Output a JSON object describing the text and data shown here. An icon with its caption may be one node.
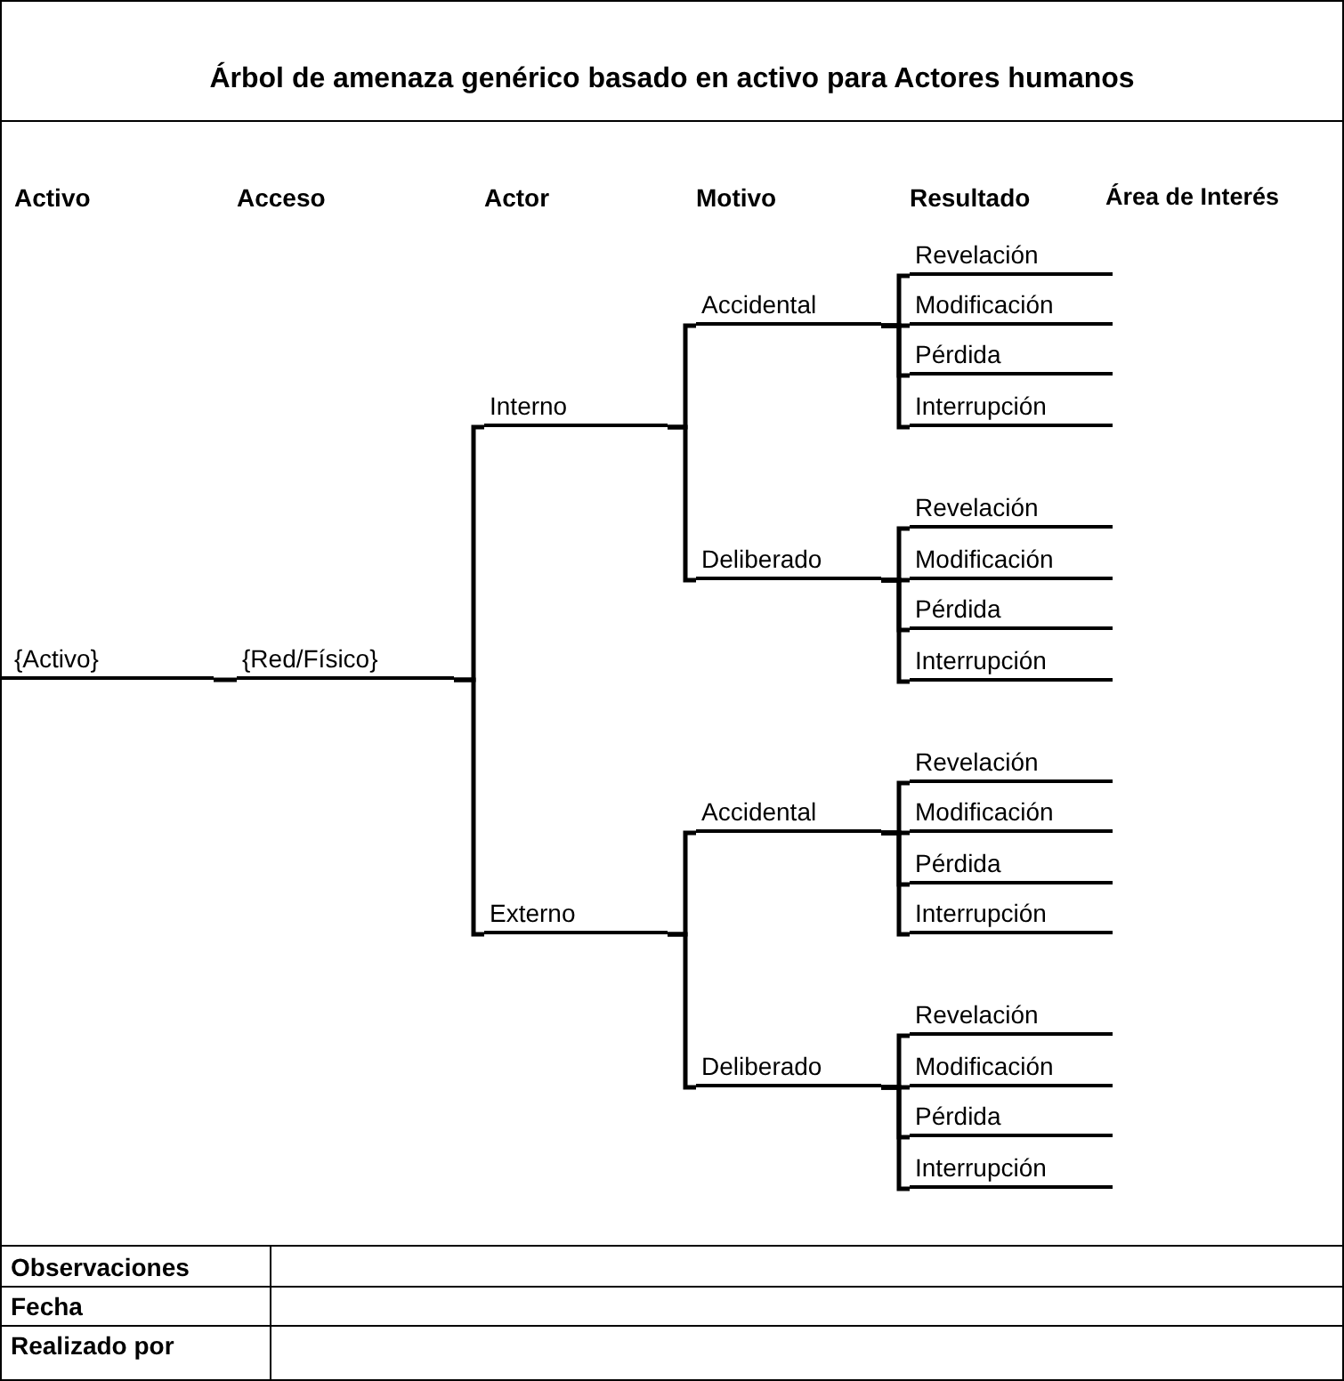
{
  "diagram": {
    "title": "Árbol de amenaza genérico basado en activo para Actores humanos",
    "nodes": [
      {
        "text": [
          "{Activo}"
        ]
      },
      {
        "text": [
          "{Red/Físico}"
        ]
      },
      {
        "text": [
          "Interno"
        ]
      },
      {
        "text": [
          "Accidental"
        ]
      },
      {
        "text": [
          "Revelación"
        ]
      },
      {
        "text": [
          "Modificación"
        ]
      },
      {
        "text": [
          "Pérdida"
        ]
      },
      {
        "text": [
          "Interrupción"
        ]
      },
      {
        "text": [
          "Deliberado"
        ]
      },
      {
        "text": [
          "Revelación"
        ]
      },
      {
        "text": [
          "Modificación"
        ]
      },
      {
        "text": [
          "Pérdida"
        ]
      },
      {
        "text": [
          "Interrupción"
        ]
      },
      {
        "text": [
          "Externo"
        ]
      },
      {
        "text": [
          "Accidental"
        ]
      },
      {
        "text": [
          "Revelación"
        ]
      },
      {
        "text": [
          "Modificación"
        ]
      },
      {
        "text": [
          "Pérdida"
        ]
      },
      {
        "text": [
          "Interrupción"
        ]
      },
      {
        "text": [
          "Deliberado"
        ]
      },
      {
        "text": [
          "Revelación"
        ]
      },
      {
        "text": [
          "Modificación"
        ]
      },
      {
        "text": [
          "Pérdida"
        ]
      },
      {
        "text": [
          "Interrupción"
        ]
      }
    ],
    "edges": [
      {
        "from": 0,
        "to": 1,
        "arrow": "none"
      },
      {
        "from": 1,
        "to": 2,
        "arrow": "none"
      },
      {
        "from": 1,
        "to": 13,
        "arrow": "none"
      },
      {
        "from": 2,
        "to": 3,
        "arrow": "none"
      },
      {
        "from": 2,
        "to": 8,
        "arrow": "none"
      },
      {
        "from": 3,
        "to": 4,
        "arrow": "none"
      },
      {
        "from": 3,
        "to": 5,
        "arrow": "none"
      },
      {
        "from": 3,
        "to": 6,
        "arrow": "none"
      },
      {
        "from": 3,
        "to": 7,
        "arrow": "none"
      },
      {
        "from": 8,
        "to": 9,
        "arrow": "none"
      },
      {
        "from": 8,
        "to": 10,
        "arrow": "none"
      },
      {
        "from": 8,
        "to": 11,
        "arrow": "none"
      },
      {
        "from": 8,
        "to": 12,
        "arrow": "none"
      },
      {
        "from": 13,
        "to": 14,
        "arrow": "none"
      },
      {
        "from": 13,
        "to": 19,
        "arrow": "none"
      },
      {
        "from": 14,
        "to": 15,
        "arrow": "none"
      },
      {
        "from": 14,
        "to": 16,
        "arrow": "none"
      },
      {
        "from": 14,
        "to": 17,
        "arrow": "none"
      },
      {
        "from": 14,
        "to": 18,
        "arrow": "none"
      },
      {
        "from": 19,
        "to": 20,
        "arrow": "none"
      },
      {
        "from": 19,
        "to": 21,
        "arrow": "none"
      },
      {
        "from": 19,
        "to": 22,
        "arrow": "none"
      },
      {
        "from": 19,
        "to": 23,
        "arrow": "none"
      }
    ],
    "labels": [
      "Activo",
      "Acceso",
      "Actor",
      "Motivo",
      "Resultado",
      "Área de Interés",
      "Observaciones",
      "Fecha",
      "Realizado por"
    ]
  }
}
